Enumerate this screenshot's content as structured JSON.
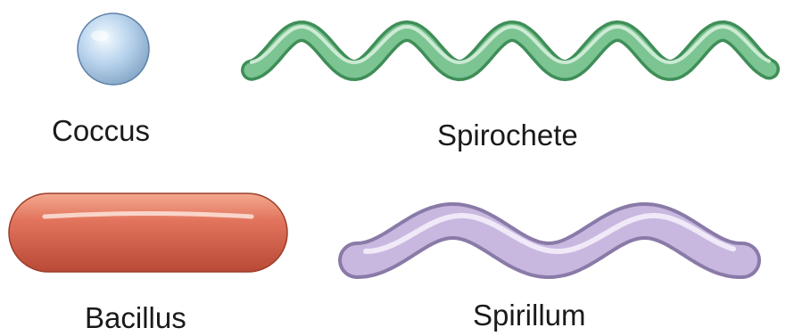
{
  "labels": {
    "coccus": "Coccus",
    "spirochete": "Spirochete",
    "bacillus": "Bacillus",
    "spirillum": "Spirillum"
  },
  "shapes": {
    "coccus": {
      "icon": "sphere",
      "color": "#bcd6ee"
    },
    "spirochete": {
      "icon": "tight-coil",
      "color": "#7cc492"
    },
    "bacillus": {
      "icon": "rod",
      "color": "#e2735c"
    },
    "spirillum": {
      "icon": "wavy-rod",
      "color": "#c8b8e0"
    }
  }
}
